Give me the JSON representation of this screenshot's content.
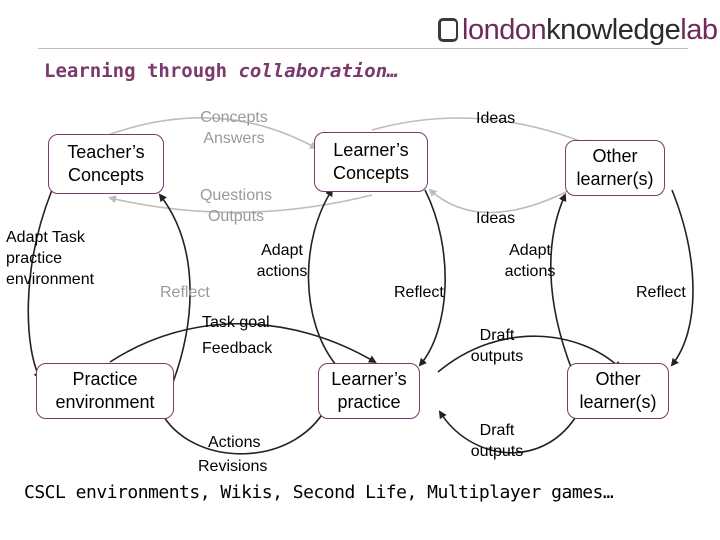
{
  "header": {
    "logo_part1": "london",
    "logo_part2": "knowledge",
    "logo_part3": "lab",
    "title_plain": "Learning through ",
    "title_italic": "collaboration…"
  },
  "boxes": {
    "teachers_concepts": "Teacher’s Concepts",
    "learners_concepts": "Learner’s Concepts",
    "other_learners_top": "Other learner(s)",
    "practice_environment": "Practice environment",
    "learners_practice": "Learner’s practice",
    "other_learners_bottom": "Other learner(s)"
  },
  "labels": {
    "concepts_answers": "Concepts Answers",
    "questions_outputs": "Questions Outputs",
    "ideas_top": "Ideas",
    "ideas_bottom": "Ideas",
    "adapt_task": "Adapt Task practice environment",
    "adapt_actions_left": "Adapt actions",
    "reflect_left": "Reflect",
    "adapt_actions_right": "Adapt actions",
    "reflect_middle": "Reflect",
    "reflect_right": "Reflect",
    "task_goal": "Task goal",
    "feedback": "Feedback",
    "draft_outputs_top": "Draft outputs",
    "actions": "Actions",
    "revisions": "Revisions",
    "draft_outputs_bottom": "Draft outputs"
  },
  "footer": {
    "text": "CSCL environments, Wikis, Second Life, Multiplayer games…"
  },
  "colors": {
    "accent": "#7a3a6c",
    "arc_grey": "#bdbdbd",
    "arc_dark": "#222222",
    "label_grey": "#9a9a9a"
  }
}
